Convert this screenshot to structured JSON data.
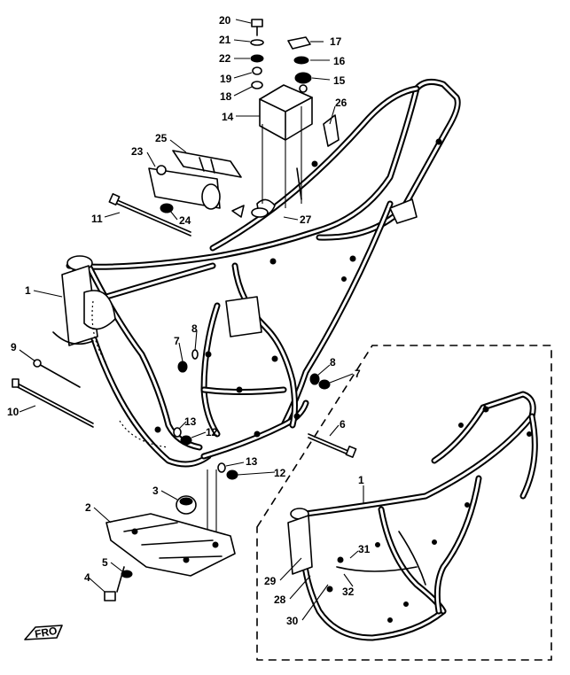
{
  "callouts": [
    {
      "id": "c20",
      "text": "20"
    },
    {
      "id": "c21",
      "text": "21"
    },
    {
      "id": "c22",
      "text": "22"
    },
    {
      "id": "c19",
      "text": "19"
    },
    {
      "id": "c18",
      "text": "18"
    },
    {
      "id": "c17",
      "text": "17"
    },
    {
      "id": "c16",
      "text": "16"
    },
    {
      "id": "c15",
      "text": "15"
    },
    {
      "id": "c14",
      "text": "14"
    },
    {
      "id": "c26",
      "text": "26"
    },
    {
      "id": "c25",
      "text": "25"
    },
    {
      "id": "c23",
      "text": "23"
    },
    {
      "id": "c24",
      "text": "24"
    },
    {
      "id": "c27",
      "text": "27"
    },
    {
      "id": "c11",
      "text": "11"
    },
    {
      "id": "c1a",
      "text": "1"
    },
    {
      "id": "c9",
      "text": "9"
    },
    {
      "id": "c10",
      "text": "10"
    },
    {
      "id": "c7a",
      "text": "7"
    },
    {
      "id": "c8a",
      "text": "8"
    },
    {
      "id": "c8b",
      "text": "8"
    },
    {
      "id": "c7b",
      "text": "7"
    },
    {
      "id": "c13a",
      "text": "13"
    },
    {
      "id": "c12a",
      "text": "12"
    },
    {
      "id": "c6",
      "text": "6"
    },
    {
      "id": "c13b",
      "text": "13"
    },
    {
      "id": "c12b",
      "text": "12"
    },
    {
      "id": "c3",
      "text": "3"
    },
    {
      "id": "c2",
      "text": "2"
    },
    {
      "id": "c5",
      "text": "5"
    },
    {
      "id": "c4",
      "text": "4"
    },
    {
      "id": "c1b",
      "text": "1"
    },
    {
      "id": "c31",
      "text": "31"
    },
    {
      "id": "c29",
      "text": "29"
    },
    {
      "id": "c28",
      "text": "28"
    },
    {
      "id": "c32",
      "text": "32"
    },
    {
      "id": "c30",
      "text": "30"
    }
  ],
  "front_marker": {
    "text": "FRO"
  }
}
